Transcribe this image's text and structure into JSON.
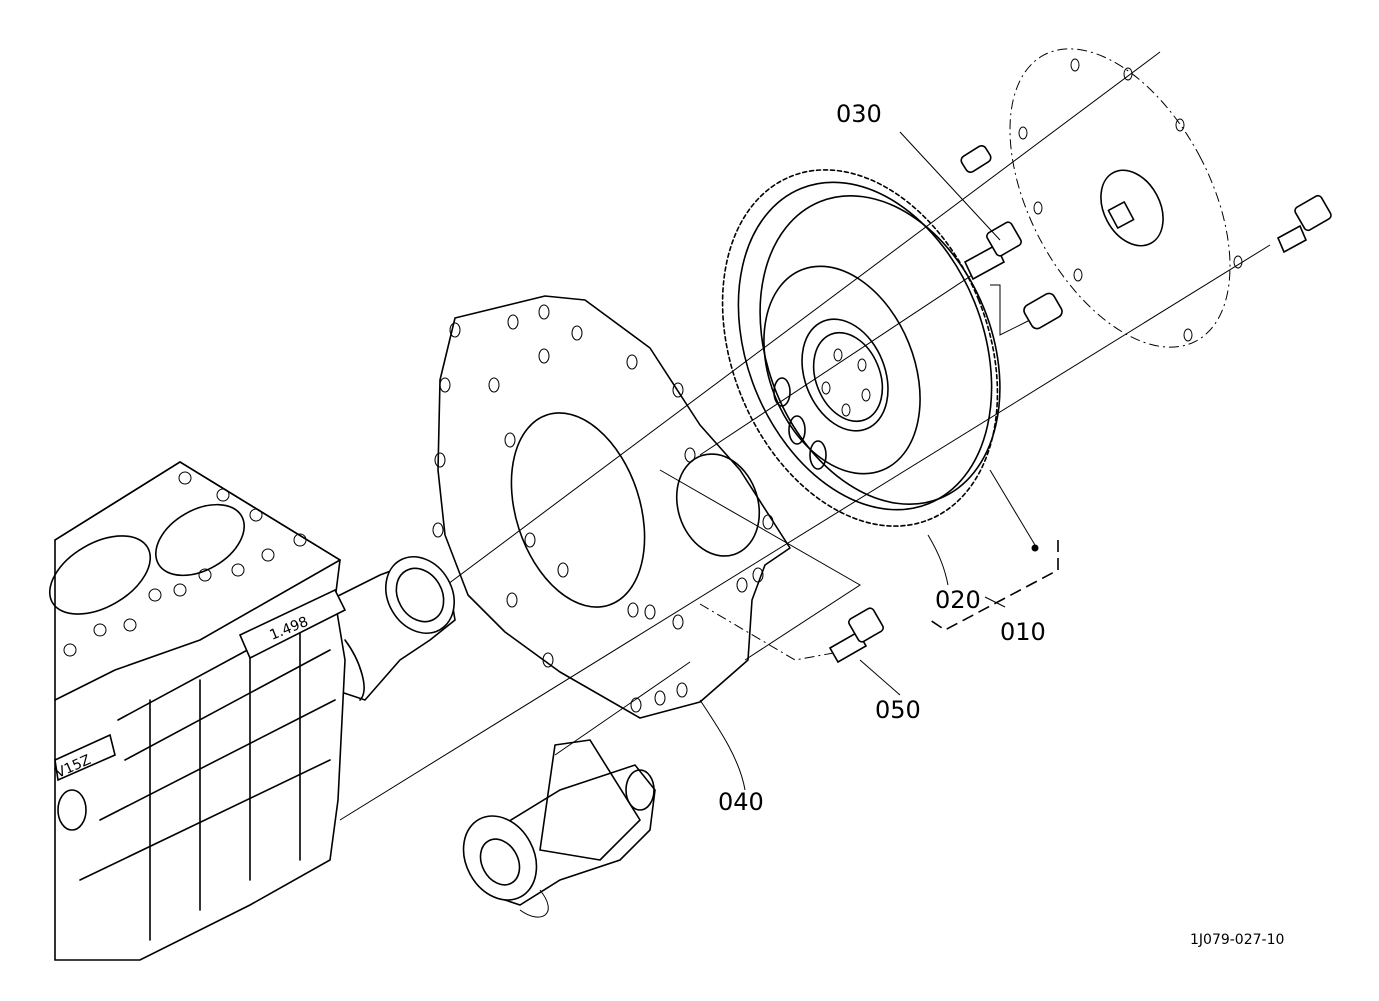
{
  "callouts": [
    {
      "id": "030",
      "text": "030"
    },
    {
      "id": "020",
      "text": "020"
    },
    {
      "id": "010",
      "text": "010"
    },
    {
      "id": "050",
      "text": "050"
    },
    {
      "id": "040",
      "text": "040"
    }
  ],
  "block_markings": {
    "stamp": "1.498",
    "model": "V15Z"
  },
  "figure_ref": "1J079-027-10",
  "colors": {
    "ink": "#000000",
    "paper": "#ffffff"
  }
}
